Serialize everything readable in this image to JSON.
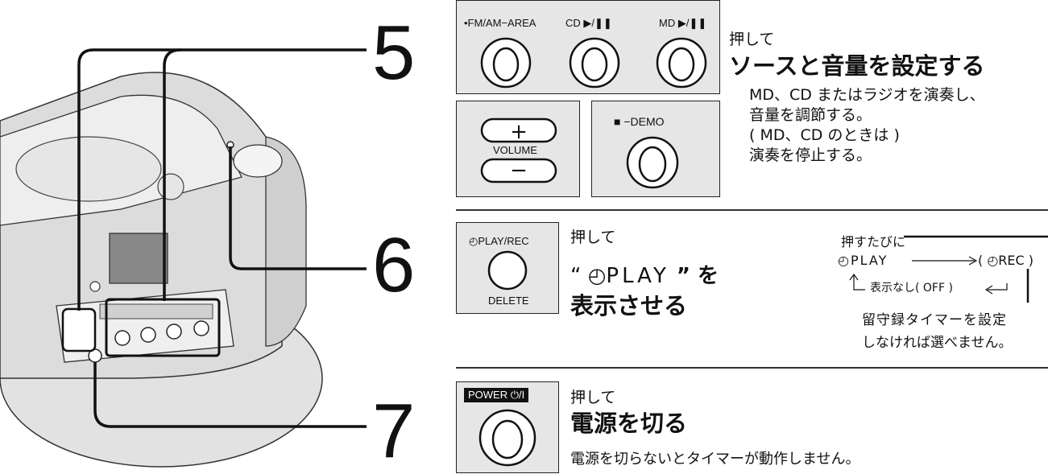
{
  "steps": [
    {
      "number": "5",
      "buttons": {
        "fm_am": "•FM/AM",
        "area": "AREA",
        "cd": "CD",
        "md": "MD",
        "volume": "VOLUME",
        "demo": "DEMO"
      },
      "action": "押して",
      "title": "ソースと音量を設定する",
      "desc": [
        "MD、CD またはラジオを演奏し、",
        "音量を調節する。",
        "( MD、CD のときは )",
        "演奏を停止する。"
      ]
    },
    {
      "number": "6",
      "buttons": {
        "play_rec": "PLAY/REC",
        "delete": "DELETE"
      },
      "action": "押して",
      "title_line1": "“ ",
      "title_play": "PLAY",
      "title_wo": " ” を",
      "title_line2": "表示させる",
      "cycle": {
        "header": "押すたびに",
        "play": "PLAY",
        "rec": "( ",
        "rec_label": "REC )",
        "none": "表示なし( OFF )",
        "note": [
          "留守録タイマーを設定",
          "しなければ選べません。"
        ]
      }
    },
    {
      "number": "7",
      "buttons": {
        "power": "POWER"
      },
      "action": "押して",
      "title": "電源を切る",
      "desc": "電源を切らないとタイマーが動作しません。"
    }
  ],
  "colors": {
    "panel": "#e6e6e6",
    "ink": "#111111",
    "device": "#d8d8d8"
  }
}
